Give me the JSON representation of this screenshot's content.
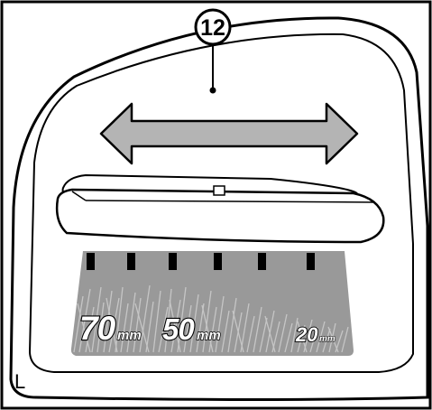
{
  "callout": {
    "number": "12"
  },
  "scale": [
    {
      "value": "70",
      "unit": "mm"
    },
    {
      "value": "50",
      "unit": "mm"
    },
    {
      "value": "20",
      "unit": "mm"
    }
  ],
  "corner_mark": "L",
  "colors": {
    "outline": "#000000",
    "arrow_fill": "#b4b4b4",
    "grass_fill": "#999999",
    "background": "#ffffff"
  },
  "icons": [
    "callout-12",
    "double-arrow-icon",
    "grass-height-scale",
    "tick-mark-icon"
  ]
}
